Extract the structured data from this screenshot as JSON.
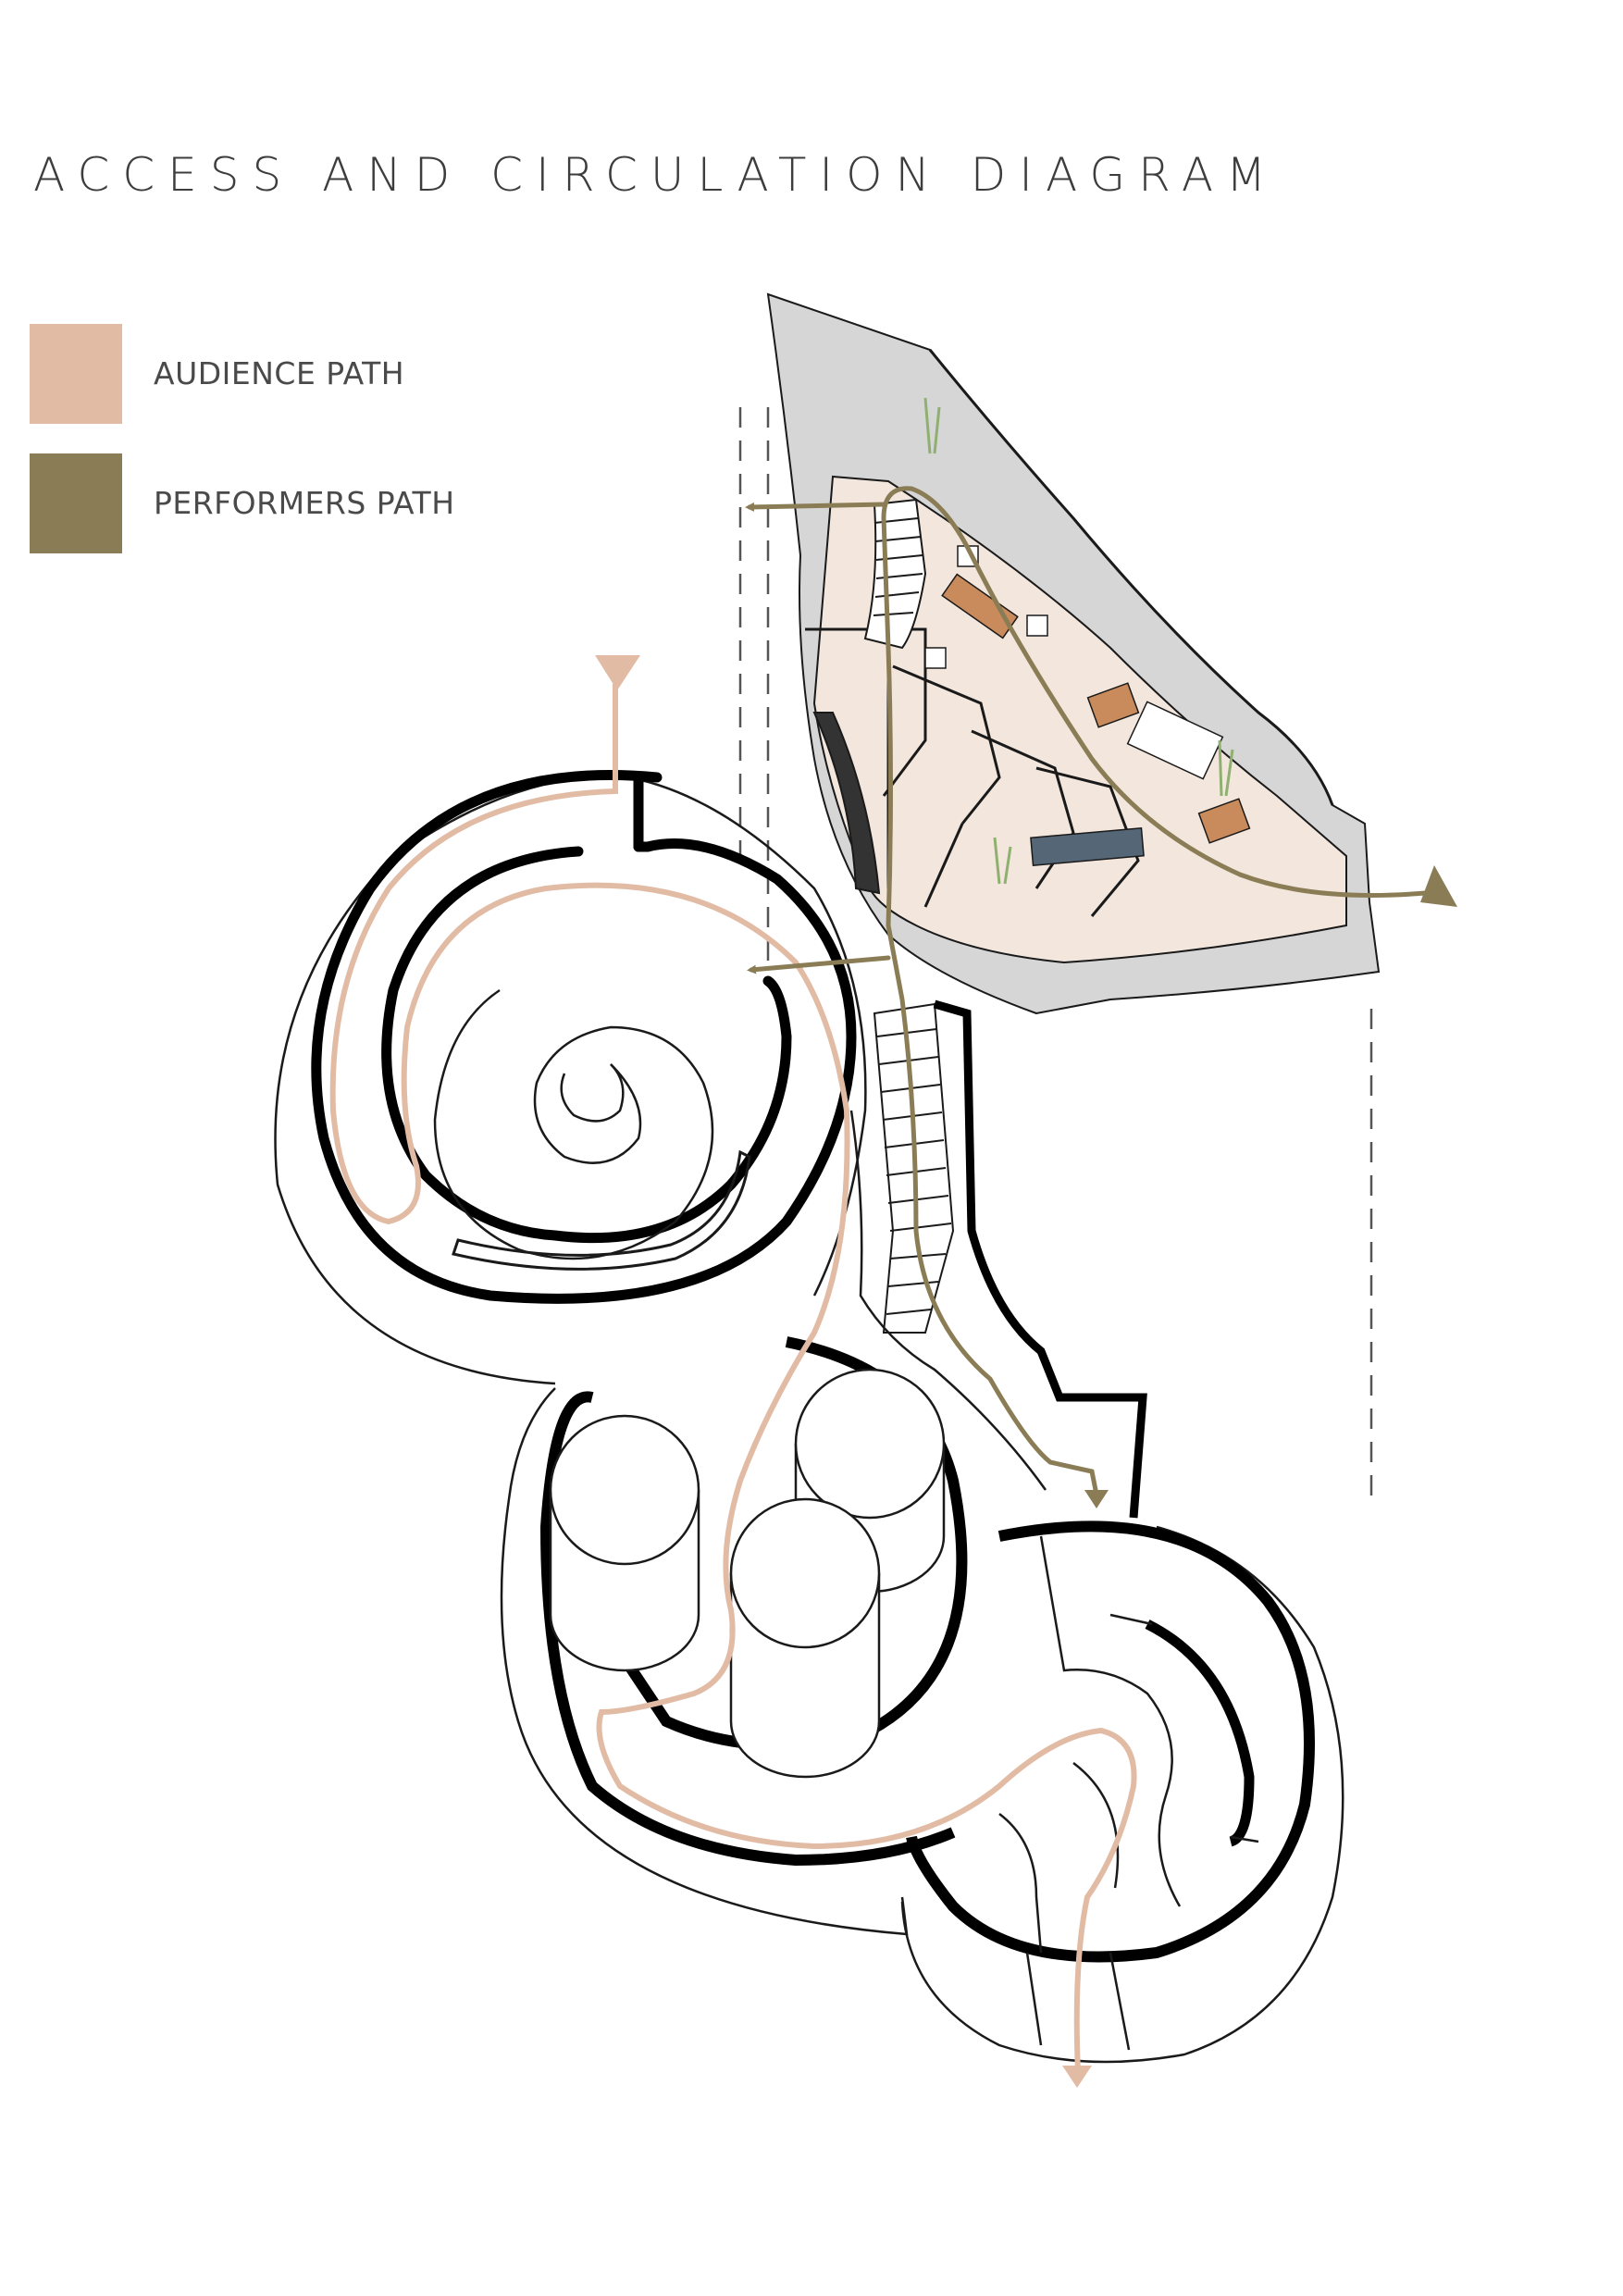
{
  "title": "ACCESS AND CIRCULATION DIAGRAM",
  "legend": [
    {
      "label": "AUDIENCE PATH",
      "color": "#e2bba5"
    },
    {
      "label": "PERFORMERS PATH",
      "color": "#8a7d55"
    }
  ],
  "colors": {
    "audience": "#e2bba5",
    "performers": "#8a7d55",
    "wall": "#000000",
    "line": "#1a1a1a",
    "ground": "#d6d6d6",
    "floor": "#efe4dc",
    "wood": "#c98a5c"
  }
}
